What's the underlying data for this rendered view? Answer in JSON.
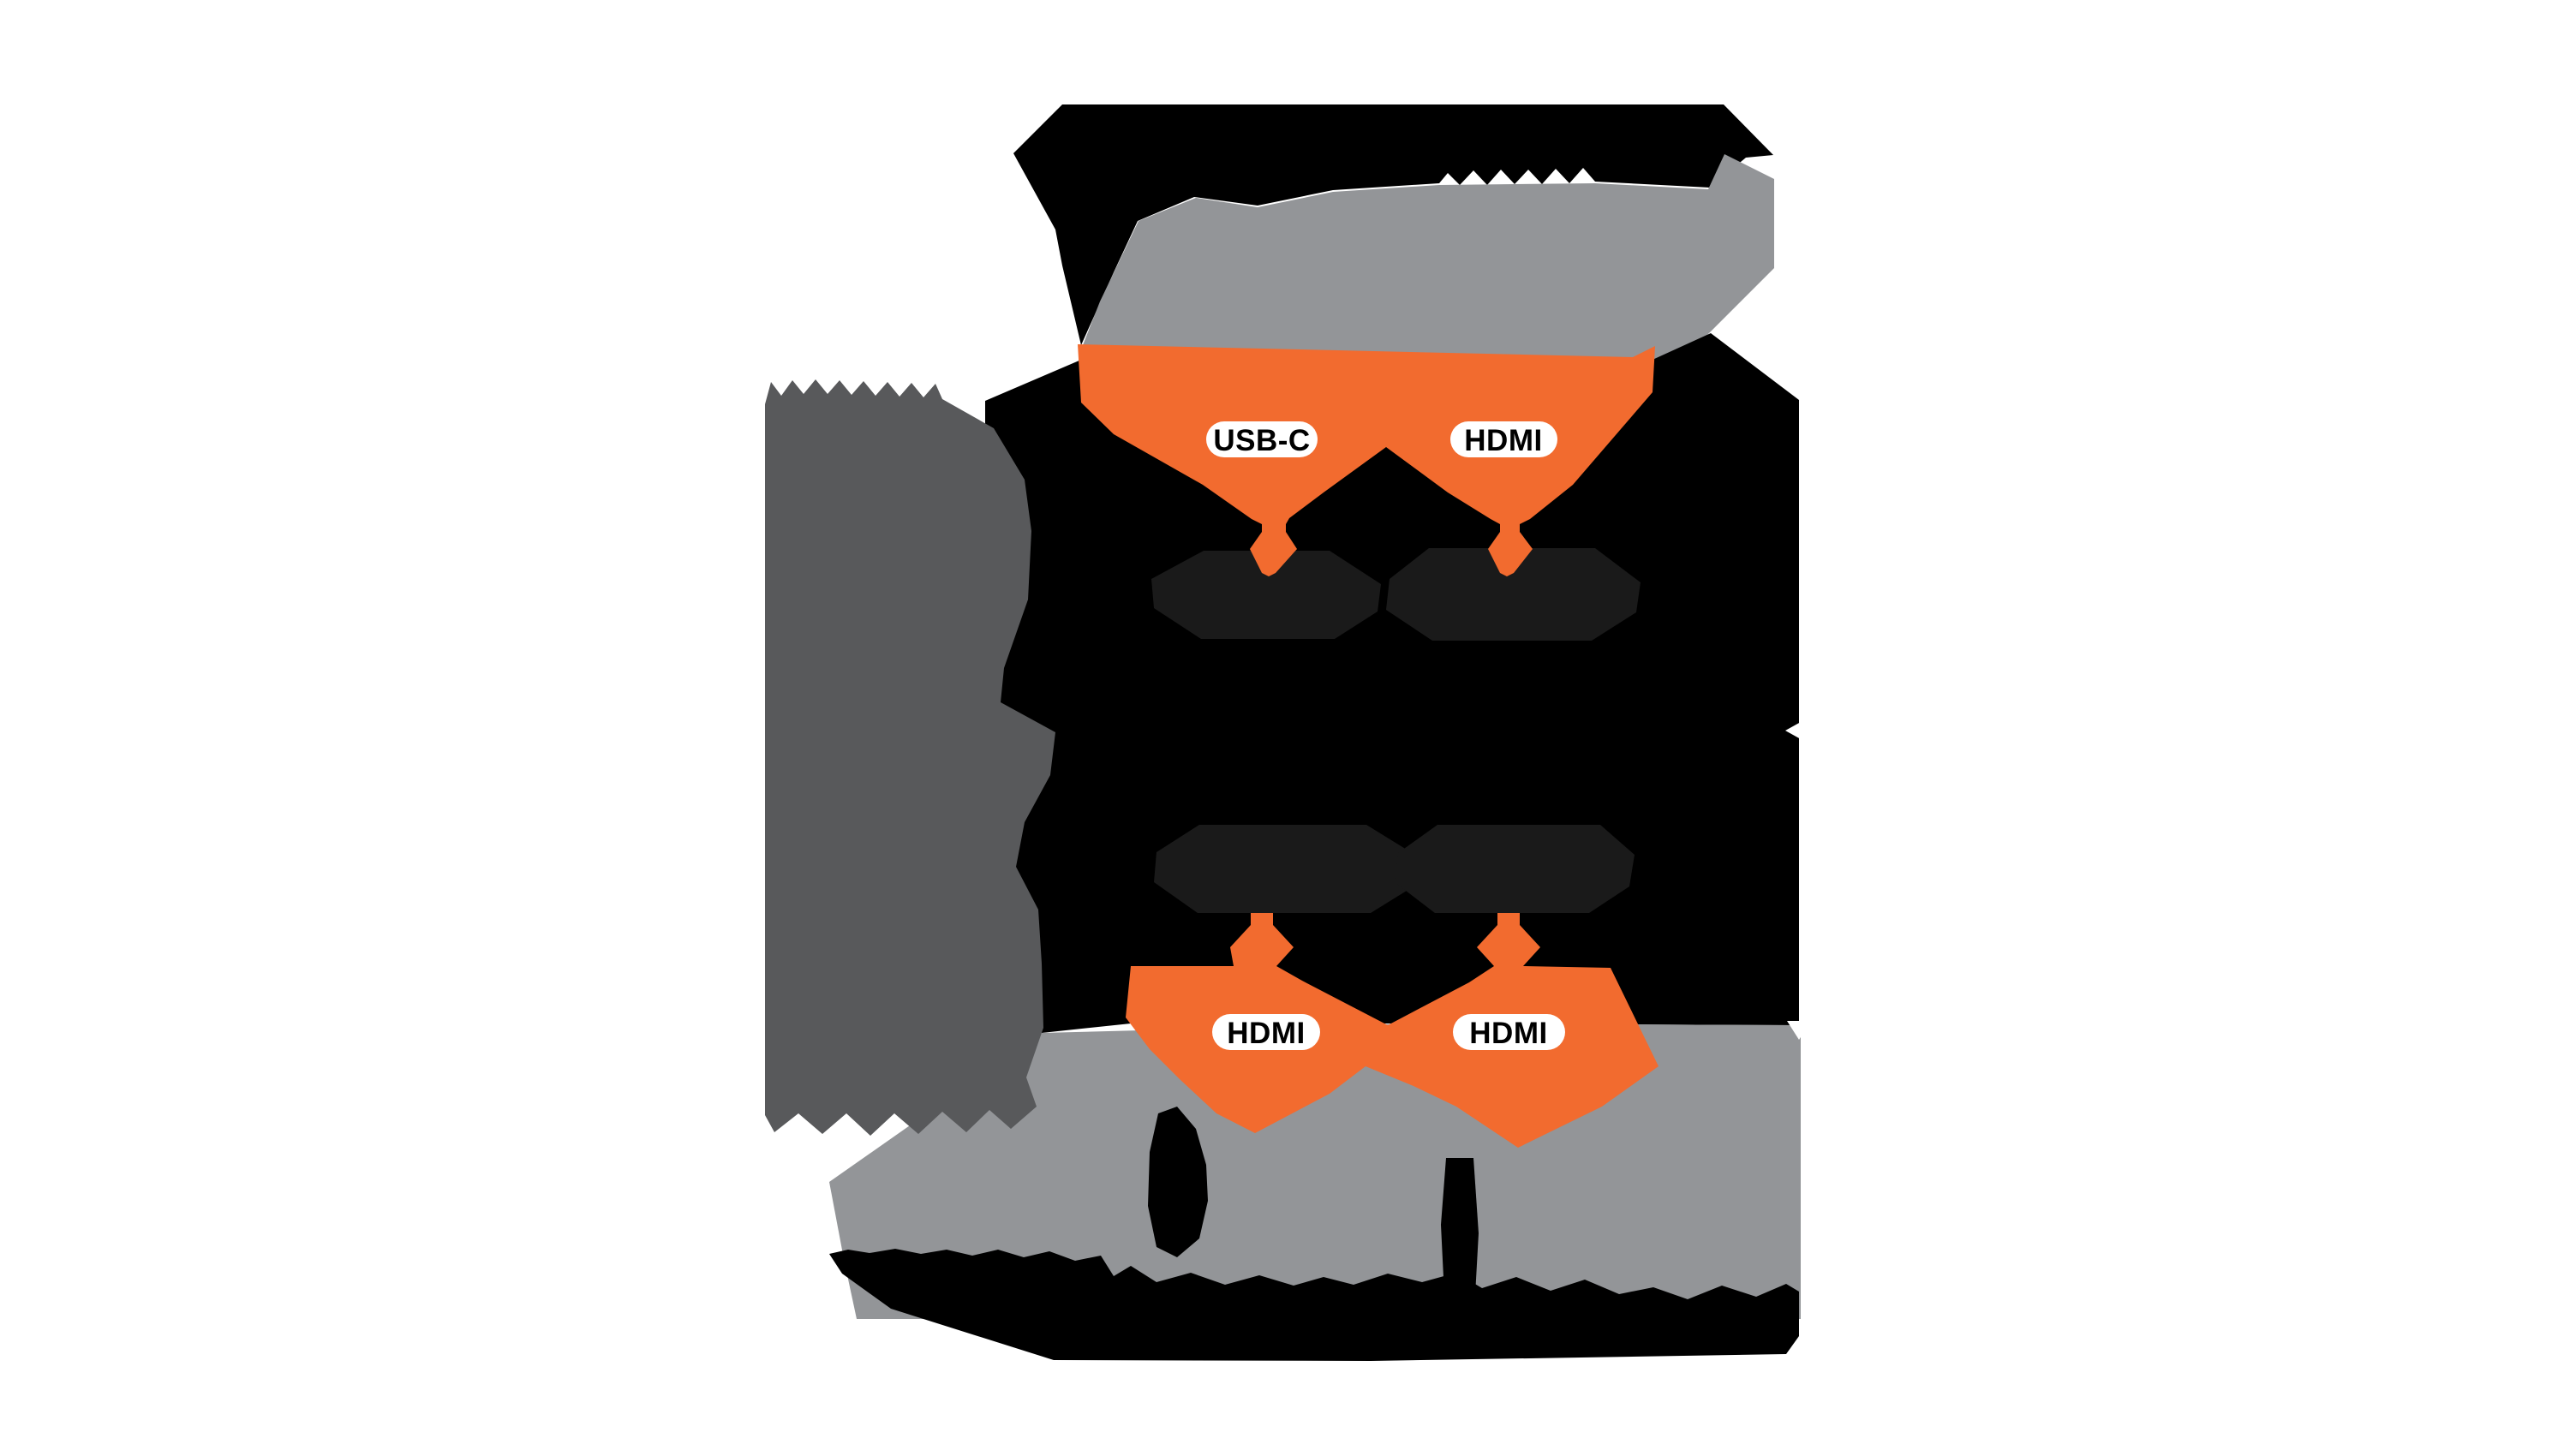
{
  "diagram": {
    "type": "av-connection-diagram",
    "description": "Laptop source connected via USB-C and HDMI cables into an AV switcher device, with two HDMI outputs feeding two displays",
    "labels": {
      "input_usb_c": "USB-C",
      "input_hdmi": "HDMI",
      "output_hdmi_left": "HDMI",
      "output_hdmi_right": "HDMI"
    },
    "colors": {
      "background": "#FFFFFF",
      "silhouette_black": "#000000",
      "screen_gray": "#939598",
      "text_blob_gray": "#58595B",
      "connector_dark": "#1A1A1A",
      "cable_orange": "#F26B2F",
      "pill_bg": "#FFFFFF",
      "pill_text": "#000000"
    }
  }
}
